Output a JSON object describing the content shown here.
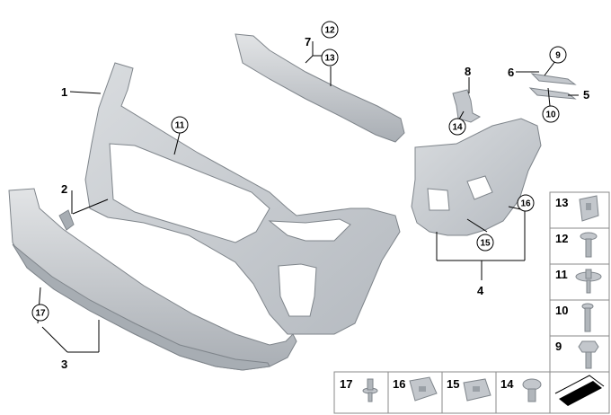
{
  "callouts": {
    "c1": "1",
    "c2": "2",
    "c3": "3",
    "c4": "4",
    "c5": "5",
    "c6": "6",
    "c7": "7",
    "c8": "8",
    "c9": "9",
    "c10": "10",
    "c11": "11",
    "c12": "12",
    "c13": "13",
    "c14": "14",
    "c15": "15",
    "c16": "16",
    "c17": "17"
  },
  "side_panel": [
    "13",
    "12",
    "11",
    "10",
    "9"
  ],
  "bottom_panel": [
    "17",
    "16",
    "15",
    "14"
  ],
  "colors": {
    "part_fill": "#c9cdd1",
    "part_stroke": "#7f858b",
    "part_dark": "#a7adb3",
    "line": "#000000"
  }
}
